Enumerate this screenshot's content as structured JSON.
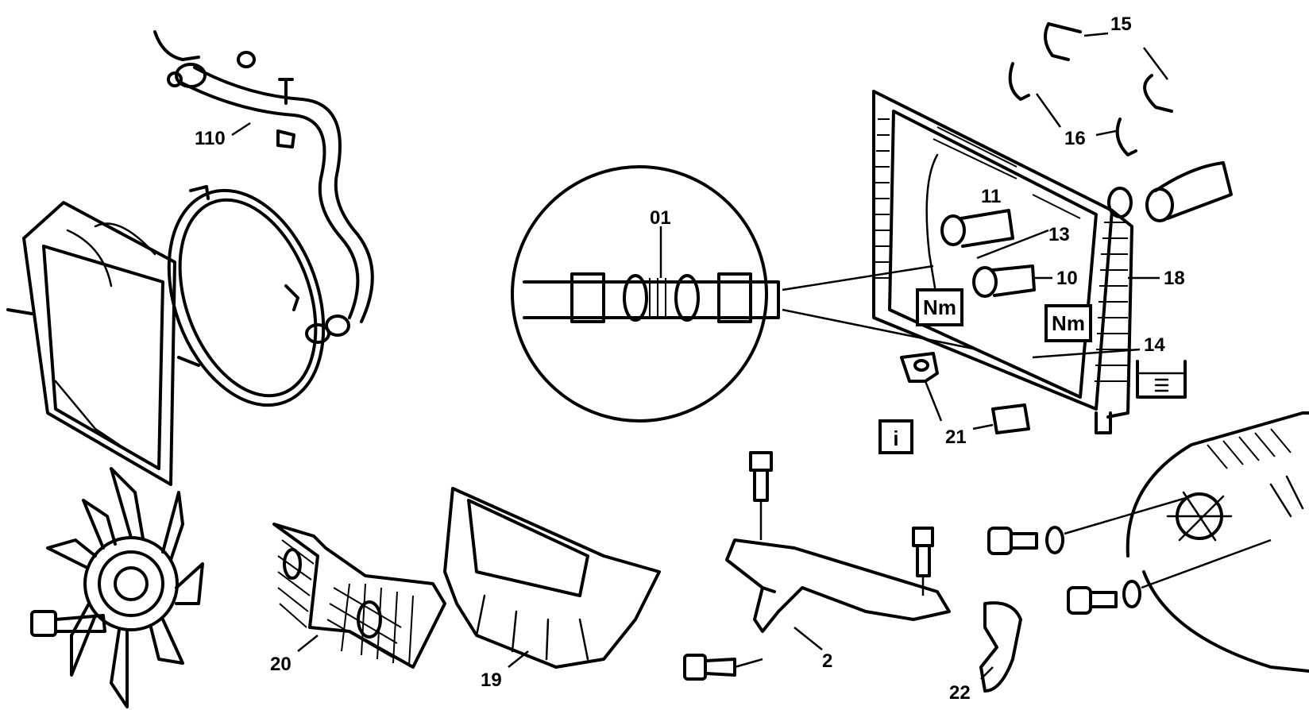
{
  "labels": {
    "l110": "110",
    "l01": "01",
    "l11": "11",
    "l13": "13",
    "l10": "10",
    "l18": "18",
    "l14": "14",
    "l15": "15",
    "l16": "16",
    "l21": "21",
    "l20": "20",
    "l19": "19",
    "l2": "2",
    "l22": "22"
  },
  "symbols": {
    "torque_left": "Nm",
    "torque_right": "Nm",
    "info": "i"
  },
  "icons": [
    "torque-spec-icon",
    "information-icon",
    "coolant-reservoir-icon"
  ]
}
